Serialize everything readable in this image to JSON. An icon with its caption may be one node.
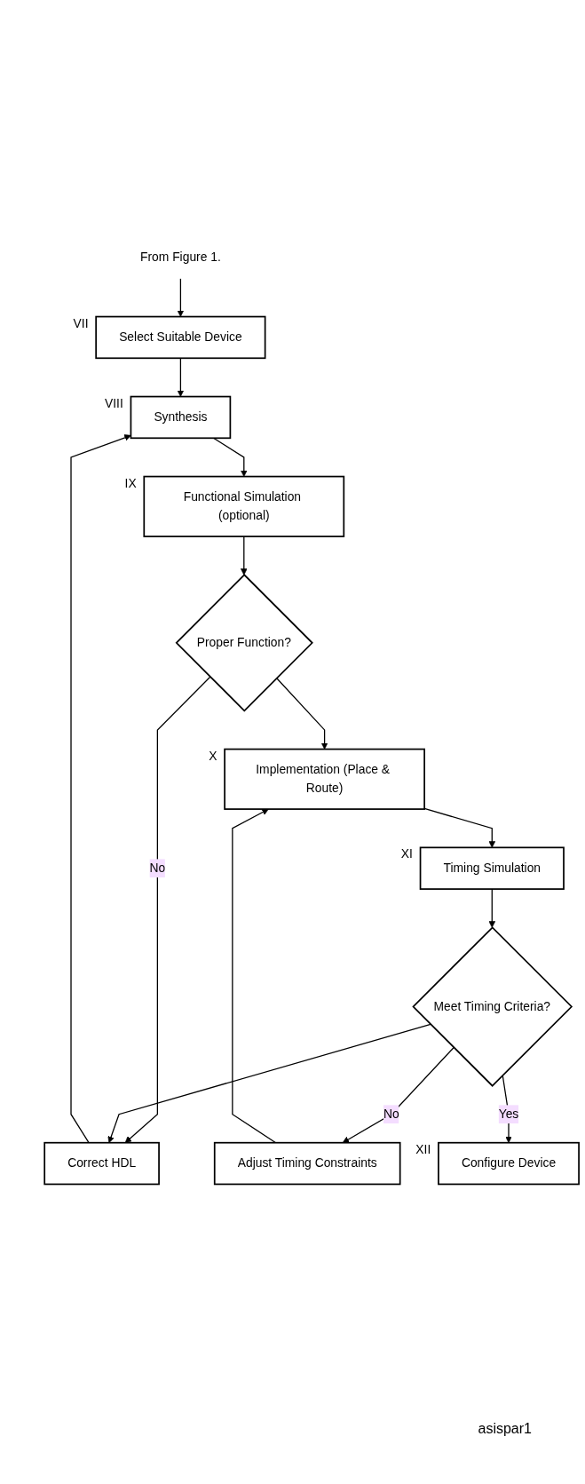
{
  "diagram": {
    "nodes": [
      {
        "text": [
          "From  Figure 1."
        ]
      },
      {
        "text": [
          "Select Suitable Device"
        ],
        "beside": [
          "VII"
        ]
      },
      {
        "text": [
          "Synthesis"
        ],
        "beside": [
          "VIII"
        ]
      },
      {
        "text": [
          "Functional Simulation (optional)"
        ],
        "beside": [
          "IX"
        ]
      },
      {
        "text": [
          "Correct HDL"
        ]
      },
      {
        "text": [
          "Proper Function?"
        ]
      },
      {
        "text": [
          "Implementation (Place & Route)"
        ],
        "beside": [
          "X"
        ]
      },
      {
        "text": [
          "Timing Simulation"
        ],
        "beside": [
          "XI"
        ]
      },
      {
        "text": [
          "Adjust Timing Constraints"
        ]
      },
      {
        "text": [
          "Meet Timing Criteria?"
        ]
      },
      {
        "text": [
          "Configure Device"
        ],
        "beside": [
          "XII"
        ]
      }
    ],
    "edges": [
      {
        "from": 0,
        "to": 1,
        "arrow": "to"
      },
      {
        "from": 1,
        "to": 2,
        "arrow": "to"
      },
      {
        "from": 2,
        "to": 3,
        "arrow": "to"
      },
      {
        "from": 3,
        "to": 5,
        "arrow": "to"
      },
      {
        "from": 5,
        "to": 4,
        "arrow": "to",
        "label": "No"
      },
      {
        "from": 4,
        "to": 2,
        "arrow": "to"
      },
      {
        "from": 5,
        "to": 6,
        "arrow": "to"
      },
      {
        "from": 6,
        "to": 7,
        "arrow": "to"
      },
      {
        "from": 7,
        "to": 9,
        "arrow": "to"
      },
      {
        "from": 9,
        "to": 8,
        "arrow": "to",
        "label": "No"
      },
      {
        "from": 9,
        "to": 4,
        "arrow": "to"
      },
      {
        "from": 8,
        "to": 6,
        "arrow": "to"
      },
      {
        "from": 9,
        "to": 10,
        "arrow": "to",
        "label": "Yes"
      }
    ],
    "labels": [
      "asispar1"
    ]
  }
}
